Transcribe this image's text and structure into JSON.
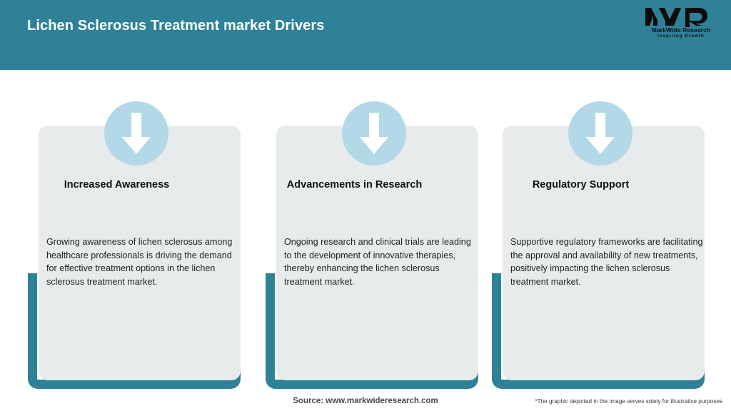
{
  "header": {
    "title": "Lichen Sclerosus Treatment market Drivers",
    "background_color": "#2e8196",
    "title_color": "#ffffff",
    "logo": {
      "mark": "MWR",
      "name": "MarkWide Research",
      "tagline": "Inspiring Growth"
    }
  },
  "cards": [
    {
      "icon": "down-arrow-icon",
      "title": "Increased Awareness",
      "body": "Growing awareness of lichen sclerosus among healthcare professionals is driving the demand for effective treatment options in the lichen sclerosus treatment market."
    },
    {
      "icon": "down-arrow-icon",
      "title": "Advancements in Research",
      "body": "Ongoing research and clinical trials are leading to the development of innovative therapies, thereby enhancing the lichen sclerosus treatment market."
    },
    {
      "icon": "down-arrow-icon",
      "title": "Regulatory Support",
      "body": "Supportive regulatory frameworks are facilitating the approval and availability of new treatments, positively impacting the lichen sclerosus treatment market."
    }
  ],
  "footer": {
    "source": "Source: www.markwideresearch.com",
    "disclaimer": "*The graphic depicted in the image serves solely for illustrative purposes"
  },
  "colors": {
    "teal": "#2e8196",
    "card_gray": "#e8ebec",
    "circle_blue": "#b3d8e7",
    "arrow_white": "#ffffff"
  }
}
